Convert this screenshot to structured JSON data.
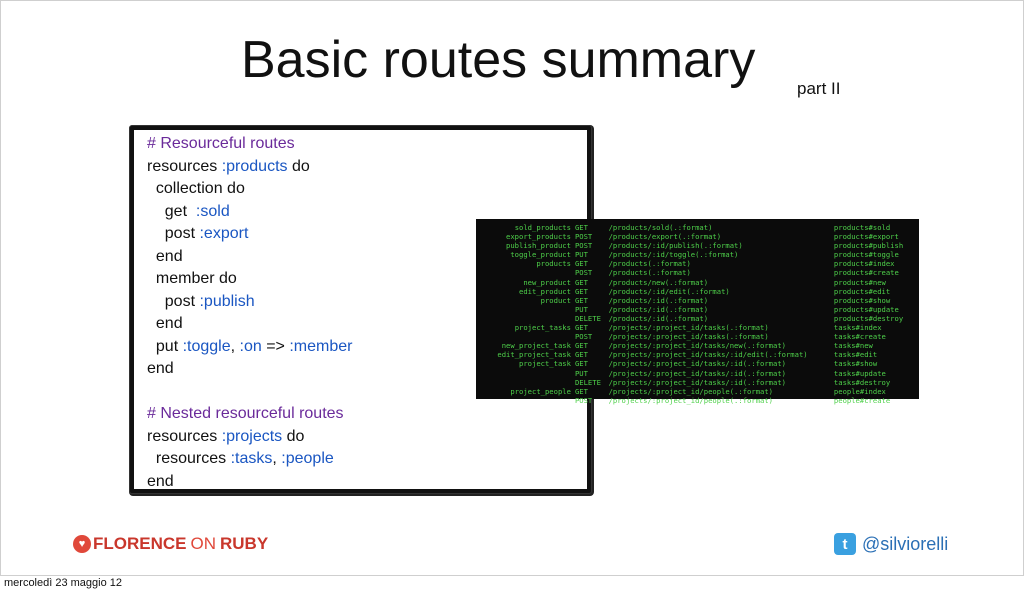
{
  "slide": {
    "title": "Basic routes summary",
    "subtitle": "part II"
  },
  "code": {
    "lines": [
      {
        "parts": [
          {
            "t": "# Resourceful routes",
            "c": "cmt"
          }
        ]
      },
      {
        "parts": [
          {
            "t": "resources ",
            "c": "kw"
          },
          {
            "t": ":products",
            "c": "sym"
          },
          {
            "t": " do",
            "c": "kw"
          }
        ]
      },
      {
        "parts": [
          {
            "t": "  collection do",
            "c": "kw"
          }
        ]
      },
      {
        "parts": [
          {
            "t": "    get  ",
            "c": "kw"
          },
          {
            "t": ":sold",
            "c": "sym"
          }
        ]
      },
      {
        "parts": [
          {
            "t": "    post ",
            "c": "kw"
          },
          {
            "t": ":export",
            "c": "sym"
          }
        ]
      },
      {
        "parts": [
          {
            "t": "  end",
            "c": "kw"
          }
        ]
      },
      {
        "parts": [
          {
            "t": "  member do",
            "c": "kw"
          }
        ]
      },
      {
        "parts": [
          {
            "t": "    post ",
            "c": "kw"
          },
          {
            "t": ":publish",
            "c": "sym"
          }
        ]
      },
      {
        "parts": [
          {
            "t": "  end",
            "c": "kw"
          }
        ]
      },
      {
        "parts": [
          {
            "t": "  put ",
            "c": "kw"
          },
          {
            "t": ":toggle",
            "c": "sym"
          },
          {
            "t": ", ",
            "c": "kw"
          },
          {
            "t": ":on",
            "c": "sym"
          },
          {
            "t": " => ",
            "c": "kw"
          },
          {
            "t": ":member",
            "c": "sym"
          }
        ]
      },
      {
        "parts": [
          {
            "t": "end",
            "c": "kw"
          }
        ]
      },
      {
        "parts": [
          {
            "t": "",
            "c": "kw"
          }
        ]
      },
      {
        "parts": [
          {
            "t": "# Nested resourceful routes",
            "c": "cmt"
          }
        ]
      },
      {
        "parts": [
          {
            "t": "resources ",
            "c": "kw"
          },
          {
            "t": ":projects",
            "c": "sym"
          },
          {
            "t": " do",
            "c": "kw"
          }
        ]
      },
      {
        "parts": [
          {
            "t": "  resources ",
            "c": "kw"
          },
          {
            "t": ":tasks",
            "c": "sym"
          },
          {
            "t": ", ",
            "c": "kw"
          },
          {
            "t": ":people",
            "c": "sym"
          }
        ]
      },
      {
        "parts": [
          {
            "t": "end",
            "c": "kw"
          }
        ]
      }
    ]
  },
  "terminal": {
    "rows": [
      {
        "name": "sold_products",
        "verb": "GET",
        "path": "/products/sold(.:format)",
        "action": "products#sold"
      },
      {
        "name": "export_products",
        "verb": "POST",
        "path": "/products/export(.:format)",
        "action": "products#export"
      },
      {
        "name": "publish_product",
        "verb": "POST",
        "path": "/products/:id/publish(.:format)",
        "action": "products#publish"
      },
      {
        "name": "toggle_product",
        "verb": "PUT",
        "path": "/products/:id/toggle(.:format)",
        "action": "products#toggle"
      },
      {
        "name": "products",
        "verb": "GET",
        "path": "/products(.:format)",
        "action": "products#index"
      },
      {
        "name": "",
        "verb": "POST",
        "path": "/products(.:format)",
        "action": "products#create"
      },
      {
        "name": "new_product",
        "verb": "GET",
        "path": "/products/new(.:format)",
        "action": "products#new"
      },
      {
        "name": "edit_product",
        "verb": "GET",
        "path": "/products/:id/edit(.:format)",
        "action": "products#edit"
      },
      {
        "name": "product",
        "verb": "GET",
        "path": "/products/:id(.:format)",
        "action": "products#show"
      },
      {
        "name": "",
        "verb": "PUT",
        "path": "/products/:id(.:format)",
        "action": "products#update"
      },
      {
        "name": "",
        "verb": "DELETE",
        "path": "/products/:id(.:format)",
        "action": "products#destroy"
      },
      {
        "name": "project_tasks",
        "verb": "GET",
        "path": "/projects/:project_id/tasks(.:format)",
        "action": "tasks#index"
      },
      {
        "name": "",
        "verb": "POST",
        "path": "/projects/:project_id/tasks(.:format)",
        "action": "tasks#create"
      },
      {
        "name": "new_project_task",
        "verb": "GET",
        "path": "/projects/:project_id/tasks/new(.:format)",
        "action": "tasks#new"
      },
      {
        "name": "edit_project_task",
        "verb": "GET",
        "path": "/projects/:project_id/tasks/:id/edit(.:format)",
        "action": "tasks#edit"
      },
      {
        "name": "project_task",
        "verb": "GET",
        "path": "/projects/:project_id/tasks/:id(.:format)",
        "action": "tasks#show"
      },
      {
        "name": "",
        "verb": "PUT",
        "path": "/projects/:project_id/tasks/:id(.:format)",
        "action": "tasks#update"
      },
      {
        "name": "",
        "verb": "DELETE",
        "path": "/projects/:project_id/tasks/:id(.:format)",
        "action": "tasks#destroy"
      },
      {
        "name": "project_people",
        "verb": "GET",
        "path": "/projects/:project_id/people(.:format)",
        "action": "people#index"
      },
      {
        "name": "",
        "verb": "POST",
        "path": "/projects/:project_id/people(.:format)",
        "action": "people#create"
      }
    ]
  },
  "footer": {
    "logo_florence": "FLORENCE",
    "logo_on": "ON",
    "logo_ruby": "RUBY",
    "twitter_handle": "@silviorelli",
    "date": "mercoledì 23 maggio 12"
  },
  "colors": {
    "symbol": "#1a56c2",
    "comment": "#6a2a9a",
    "terminal_bg": "#0b0b0b",
    "terminal_fg": "#4ed04a",
    "logo_red": "#c9372c",
    "twitter_blue": "#3aa0e0"
  },
  "icons": {
    "logo": "heart-icon",
    "twitter": "twitter-icon"
  }
}
